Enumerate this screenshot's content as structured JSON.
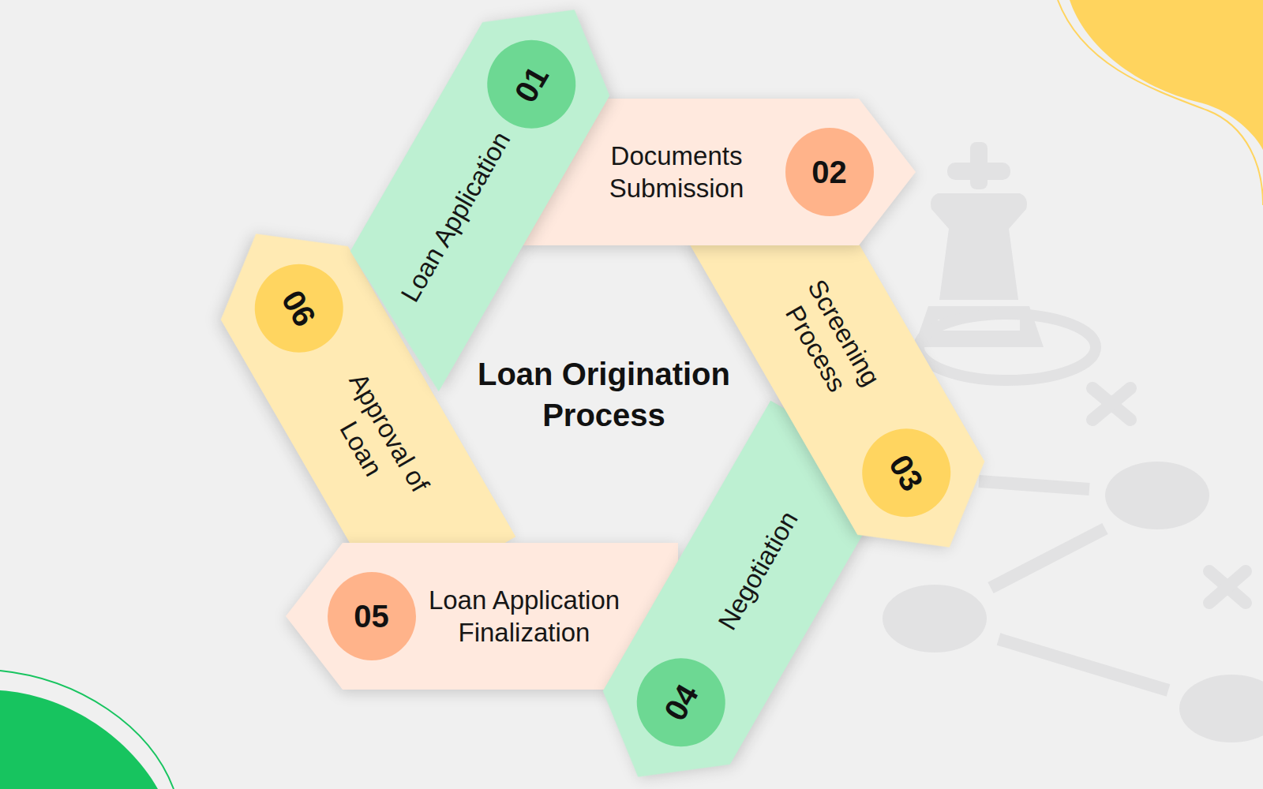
{
  "diagram": {
    "title": "Loan Origination Process",
    "nodes": [
      {
        "text": [
          "01",
          "Loan Application"
        ]
      },
      {
        "text": [
          "02",
          "Documents Submission"
        ]
      },
      {
        "text": [
          "03",
          "Screening Process"
        ]
      },
      {
        "text": [
          "04",
          "Negotiation"
        ]
      },
      {
        "text": [
          "05",
          "Loan Application Finalization"
        ]
      },
      {
        "text": [
          "06",
          "Approval of Loan"
        ]
      }
    ]
  }
}
